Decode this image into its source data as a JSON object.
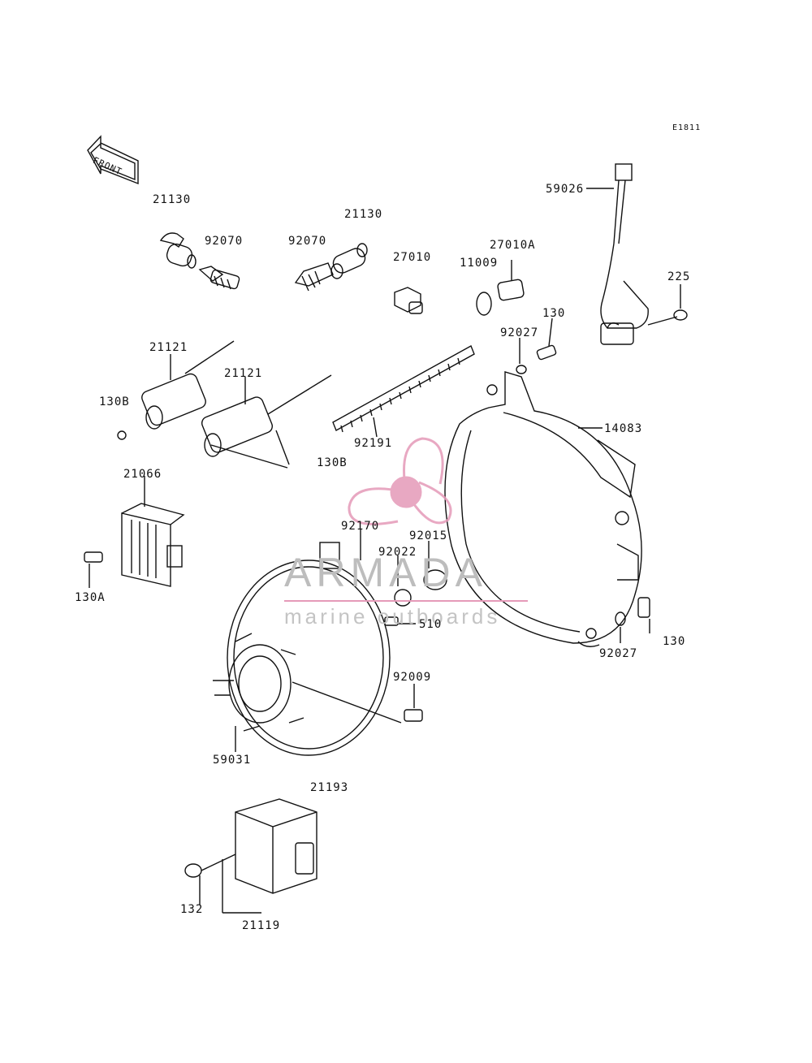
{
  "diagram": {
    "code": "E1811",
    "front_label": "FRONT",
    "watermark": {
      "brand": "ARMADA",
      "tagline": "marine outboards",
      "accent": "#e59ab8"
    },
    "part_labels": [
      "21130",
      "21130",
      "92070",
      "92070",
      "27010",
      "11009",
      "27010A",
      "59026",
      "225",
      "130",
      "92027",
      "21121",
      "21121",
      "130B",
      "130B",
      "92191",
      "14083",
      "21066",
      "130A",
      "92170",
      "92015",
      "92022",
      "510",
      "92027",
      "130",
      "92009",
      "59031",
      "21193",
      "132",
      "21119"
    ]
  }
}
